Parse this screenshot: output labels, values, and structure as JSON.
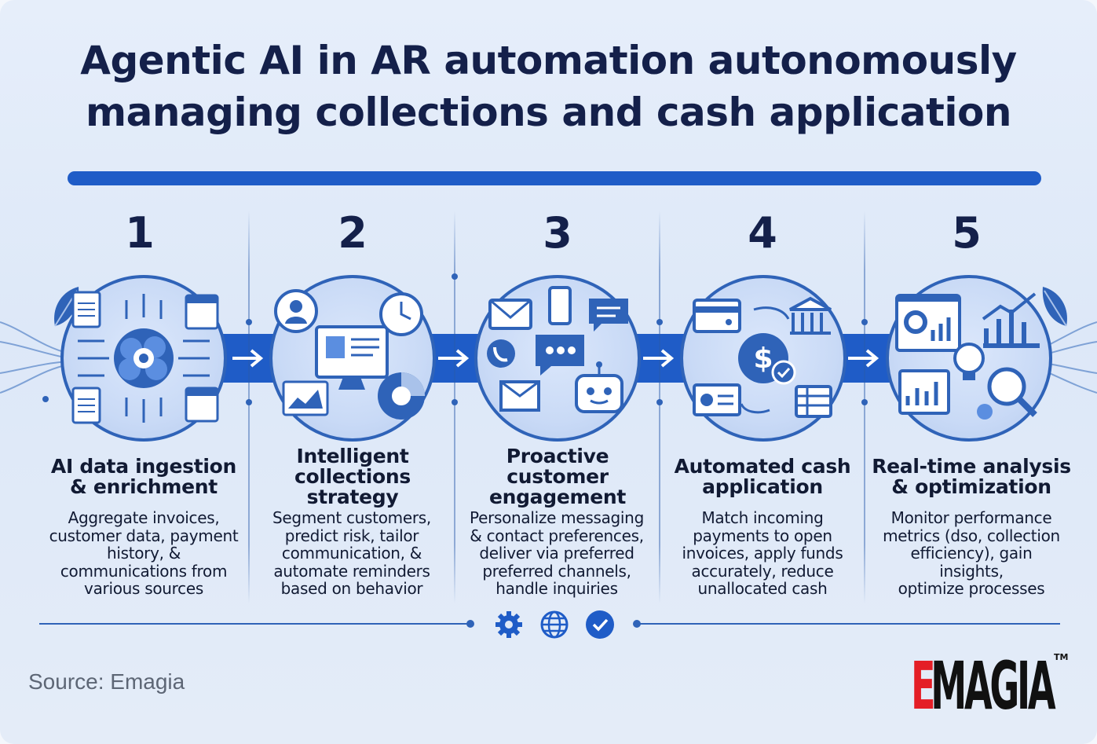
{
  "title": {
    "line1": "Agentic AI in AR automation autonomously",
    "line2": "managing collections and cash application"
  },
  "steps": [
    {
      "number": "1",
      "heading": [
        "AI data ingestion",
        "& enrichment"
      ],
      "description": [
        "Aggregate invoices,",
        "customer data, payment",
        "history, &",
        "communications from",
        "various sources"
      ],
      "icon": "brain-gear-data-icon"
    },
    {
      "number": "2",
      "heading": [
        "Intelligent",
        "collections",
        "strategy"
      ],
      "description": [
        "Segment customers,",
        "predict risk, tailor",
        "communication, &",
        "automate reminders",
        "based on behavior"
      ],
      "icon": "monitor-strategy-icon"
    },
    {
      "number": "3",
      "heading": [
        "Proactive",
        "customer",
        "engagement"
      ],
      "description": [
        "Personalize messaging",
        "& contact preferences,",
        "deliver via preferred",
        "preferred channels,",
        "handle inquiries"
      ],
      "icon": "chat-bot-engagement-icon"
    },
    {
      "number": "4",
      "heading": [
        "Automated cash",
        "application"
      ],
      "description": [
        "Match incoming",
        "payments to open",
        "invoices, apply funds",
        "accurately, reduce",
        "unallocated cash"
      ],
      "icon": "dollar-check-icon"
    },
    {
      "number": "5",
      "heading": [
        "Real-time analysis",
        "& optimization"
      ],
      "description": [
        "Monitor performance",
        "metrics (dso, collection",
        "efficiency), gain",
        "insights,",
        "optimize processes"
      ],
      "icon": "analytics-lightbulb-icon"
    }
  ],
  "footer_icons": [
    "gear-icon",
    "globe-icon",
    "check-circle-icon"
  ],
  "source": "Source: Emagia",
  "logo": {
    "text": "EMAGIA",
    "trademark": "TM"
  },
  "colors": {
    "primary": "#1f5cc7",
    "dark_text": "#14204a",
    "logo_red": "#e41e26",
    "logo_black": "#111111"
  }
}
